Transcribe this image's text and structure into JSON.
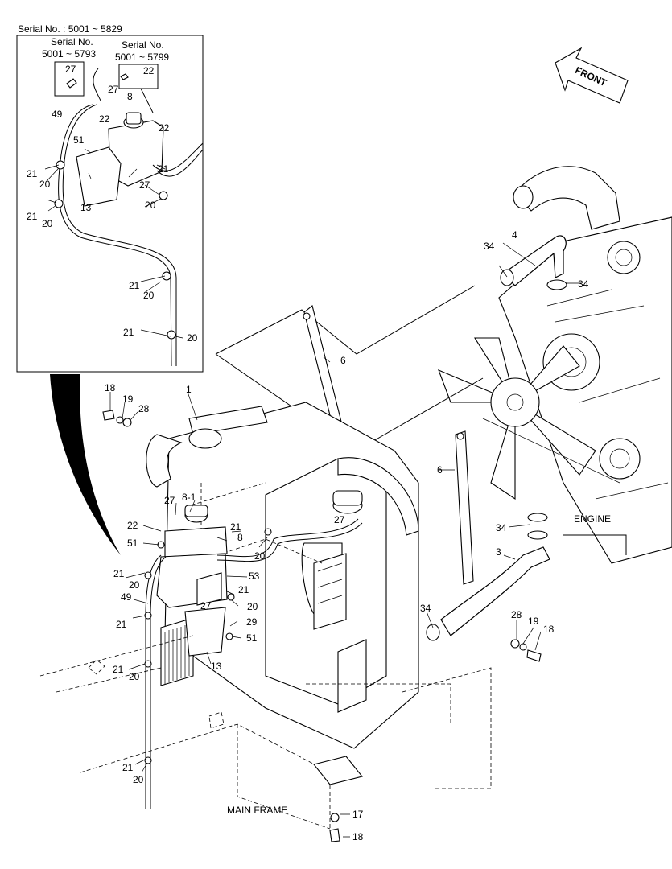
{
  "header": {
    "serial_range": "Serial No. : 5001 ~ 5829"
  },
  "inset": {
    "serial_a_title": "Serial No.",
    "serial_a_range": "5001 ~ 5793",
    "serial_b_title": "Serial No.",
    "serial_b_range": "5001 ~ 5799"
  },
  "labels": {
    "front": "FRONT",
    "engine": "ENGINE",
    "main_frame": "MAIN FRAME"
  },
  "callouts": [
    "27",
    "27",
    "22",
    "8",
    "49",
    "22",
    "22",
    "51",
    "21",
    "21",
    "20",
    "27",
    "13",
    "20",
    "21",
    "20",
    "21",
    "20",
    "21",
    "20",
    "34",
    "4",
    "34",
    "6",
    "1",
    "18",
    "19",
    "28",
    "6",
    "8-1",
    "27",
    "22",
    "21",
    "8",
    "27",
    "51",
    "20",
    "21",
    "53",
    "49",
    "27",
    "21",
    "20",
    "21",
    "20",
    "29",
    "51",
    "13",
    "21",
    "20",
    "21",
    "20",
    "34",
    "3",
    "34",
    "28",
    "19",
    "18",
    "17",
    "18"
  ]
}
